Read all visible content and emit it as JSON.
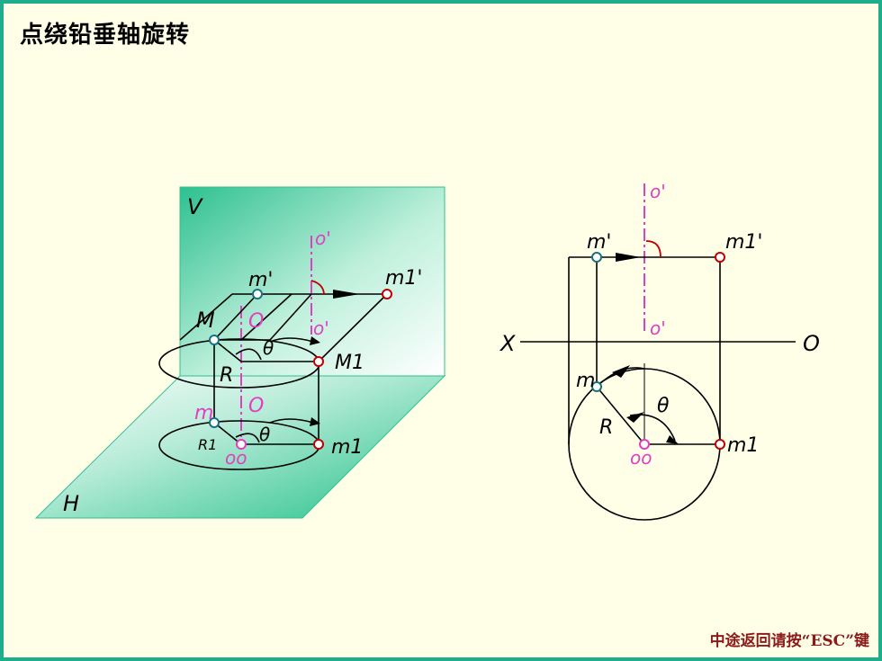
{
  "title": "点绕铅垂轴旋转",
  "footer": "中途返回请按“ESC”键",
  "colors": {
    "border": "#1fae8c",
    "background": "#ffffe8",
    "plane": "#2ec090",
    "axis": "#e040c0",
    "point_stroke_red": "#c00000",
    "point_stroke_teal": "#1a7080",
    "footer": "#8b1a1a"
  },
  "left": {
    "plane_v": "V",
    "plane_h": "H",
    "m_prime": "m'",
    "m1_prime": "m1'",
    "o_prime_top": "o'",
    "o_prime_mid": "o'",
    "M": "M",
    "M1": "M1",
    "O_mid": "O",
    "O_low": "O",
    "R": "R",
    "theta_top": "θ",
    "m": "m",
    "R1": "R1",
    "theta_bottom": "θ",
    "oo": "oo",
    "m1": "m1"
  },
  "right": {
    "o_prime_top": "o'",
    "m_prime": "m'",
    "m1_prime": "m1'",
    "X": "X",
    "O": "O",
    "o_prime_mid": "o'",
    "m": "m",
    "theta": "θ",
    "R": "R",
    "oo": "oo",
    "m1": "m1"
  }
}
